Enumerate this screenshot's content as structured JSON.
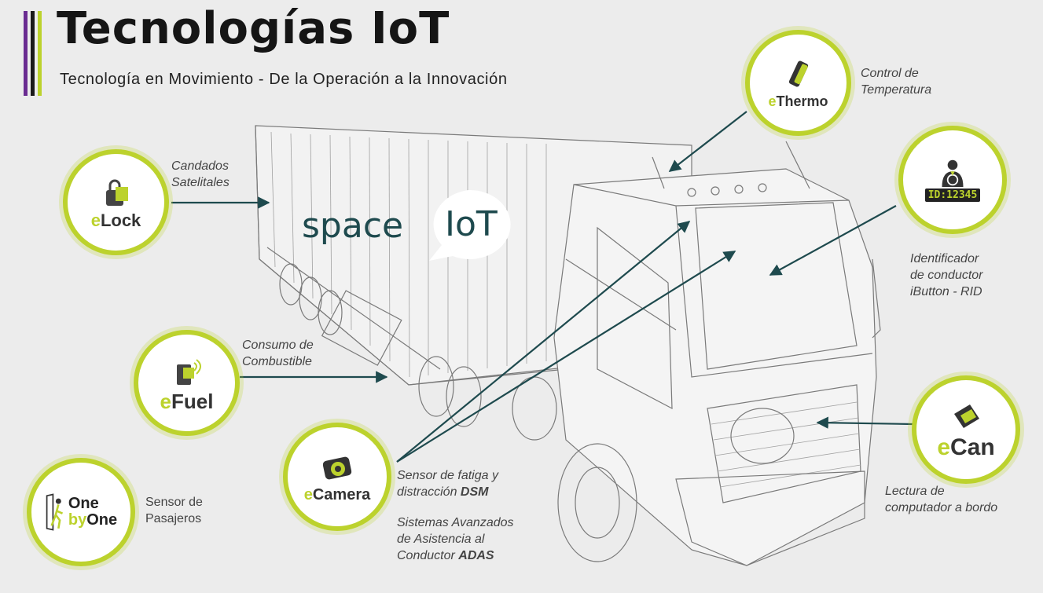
{
  "header": {
    "title": "Tecnologías IoT",
    "subtitle": "Tecnología en Movimiento - De la Operación a la Innovación",
    "bar_colors": [
      "#6a2c91",
      "#1a1a1a",
      "#bcd22d"
    ]
  },
  "brand": {
    "logo_left": "space",
    "logo_right": "IoT"
  },
  "colors": {
    "accent": "#bcd22d",
    "arrow": "#1e4a4e",
    "background": "#ececec"
  },
  "modules": {
    "elock": {
      "prefix": "e",
      "name": "Lock",
      "icon": "padlock-icon",
      "caption": [
        "Candados",
        "Satelitales"
      ]
    },
    "efuel": {
      "prefix": "e",
      "name": "Fuel",
      "icon": "fuel-pump-icon",
      "caption": [
        "Consumo de",
        "Combustible"
      ]
    },
    "ecamera": {
      "prefix": "e",
      "name": "Camera",
      "icon": "camera-icon",
      "caption_dsm": [
        "Sensor de fatiga y",
        "distracción ",
        "DSM"
      ],
      "caption_adas": [
        "Sistemas Avanzados",
        "de Asistencia al",
        "Conductor ",
        "ADAS"
      ]
    },
    "onebyone": {
      "line1": "One",
      "line2_prefix": "by",
      "line2": "One",
      "icon": "passenger-door-icon",
      "caption": [
        "Sensor de",
        "Pasajeros"
      ]
    },
    "ethermo": {
      "prefix": "e",
      "name": "Thermo",
      "icon": "thermometer-icon",
      "caption": [
        "Control de",
        "Temperatura"
      ]
    },
    "driver": {
      "badge": "ID:12345",
      "icon": "driver-id-icon",
      "caption": [
        "Identificador",
        "de conductor",
        "iButton - RID"
      ]
    },
    "ecan": {
      "prefix": "e",
      "name": "Can",
      "icon": "can-connector-icon",
      "caption": [
        "Lectura de",
        "computador a bordo"
      ]
    }
  }
}
